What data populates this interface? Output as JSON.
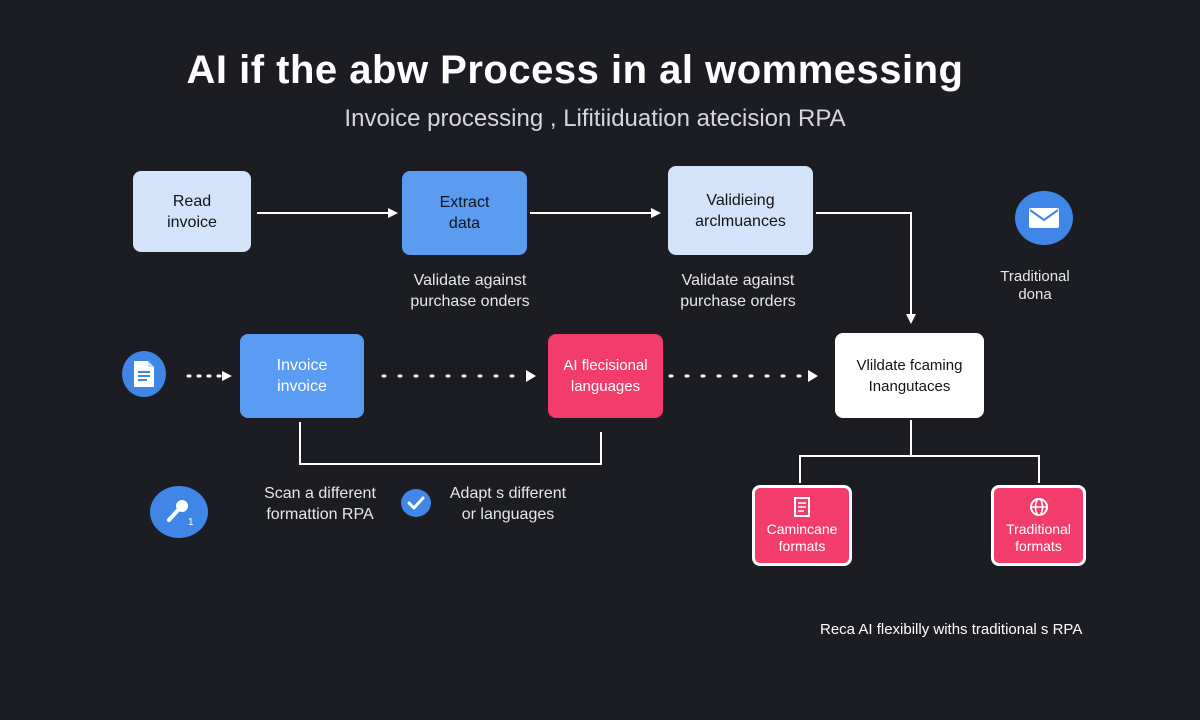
{
  "title": "AI if the abw Process in al wommessing",
  "subtitle": "Invoice processing , Lifitiiduation atecision RPA",
  "top_row": {
    "read": "Read\ninvoice",
    "extract": "Extract\ndata",
    "validating": "Validieing\narclmuances",
    "label_left": "Validate against\npurchase onders",
    "label_right": "Validate against\npurchase orders"
  },
  "right_top": {
    "label": "Traditional\ndona",
    "icon": "envelope-icon"
  },
  "middle_row": {
    "invoice": "Invoice\ninvoice",
    "ai_flex": "AI flecisional\nlanguages",
    "validate": "Vlildate fcaming\nInangutaces"
  },
  "bottom_left": {
    "scan": "Scan a different\nformattion RPA",
    "adapt": "Adapt s different\nor languages"
  },
  "bottom_right": {
    "camincane": "Camincane\nformats",
    "traditional": "Traditional\nformats"
  },
  "footer": "Reca AI flexibilly withs traditional s RPA",
  "colors": {
    "background": "#1c1d23",
    "light_blue": "#d3e3f9",
    "blue": "#5b9bf0",
    "pink": "#f23c6c",
    "circle_blue": "#3f86e6"
  }
}
